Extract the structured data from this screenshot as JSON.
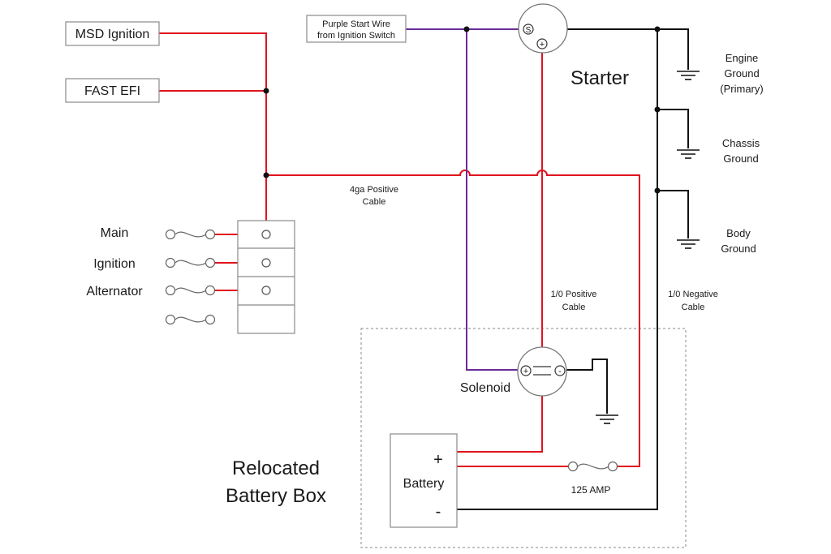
{
  "diagram": {
    "boxes": {
      "msd": "MSD Ignition",
      "fast": "FAST EFI",
      "purple_line1": "Purple Start Wire",
      "purple_line2": "from Ignition Switch",
      "battery": "Battery",
      "battery_plus": "+",
      "battery_minus": "-"
    },
    "labels": {
      "starter": "Starter",
      "solenoid": "Solenoid",
      "relocated_line1": "Relocated",
      "relocated_line2": "Battery Box",
      "fuse_main": "Main",
      "fuse_ignition": "Ignition",
      "fuse_alternator": "Alternator",
      "cable_4ga_1": "4ga Positive",
      "cable_4ga_2": "Cable",
      "cable_10pos_1": "1/0 Positive",
      "cable_10pos_2": "Cable",
      "cable_10neg_1": "1/0 Negative",
      "cable_10neg_2": "Cable",
      "amp_fuse": "125 AMP",
      "engine_ground_1": "Engine",
      "engine_ground_2": "Ground",
      "engine_ground_3": "(Primary)",
      "chassis_ground_1": "Chassis",
      "chassis_ground_2": "Ground",
      "body_ground_1": "Body",
      "body_ground_2": "Ground"
    },
    "terminals": {
      "starter_s": "S",
      "starter_plus": "+",
      "solenoid_plus": "+",
      "solenoid_minus": "-"
    },
    "colors": {
      "positive_wire": "#e0141e",
      "negative_wire": "#111111",
      "start_wire": "#6a2c9a"
    }
  }
}
